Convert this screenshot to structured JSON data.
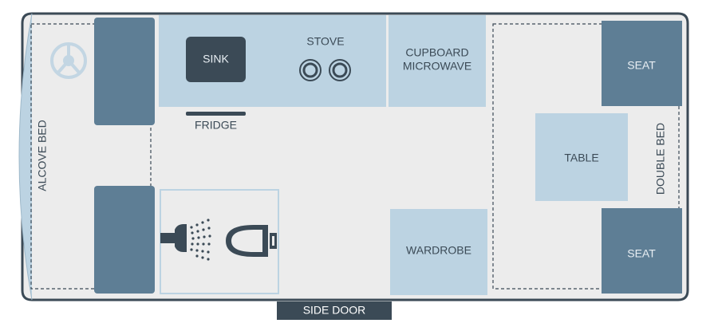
{
  "labels": {
    "alcove_bed": "ALCOVE BED",
    "sink": "SINK",
    "stove": "STOVE",
    "fridge": "FRIDGE",
    "cupboard_line1": "CUPBOARD",
    "cupboard_line2": "MICROWAVE",
    "wardrobe": "WARDROBE",
    "table": "TABLE",
    "double_bed": "DOUBLE BED",
    "seat_top": "SEAT",
    "seat_bottom": "SEAT",
    "side_door": "SIDE DOOR"
  },
  "icons": {
    "steering_wheel": "steering-wheel-icon",
    "stove_burners": "stove-burner-icon",
    "shower": "shower-icon",
    "toilet": "toilet-icon"
  },
  "colors": {
    "floor": "#ececec",
    "outline": "#3b4a56",
    "light_blue": "#bcd3e2",
    "dark_slate": "#5e7e95",
    "sink": "#3b4a56",
    "door": "#3b4a56"
  }
}
